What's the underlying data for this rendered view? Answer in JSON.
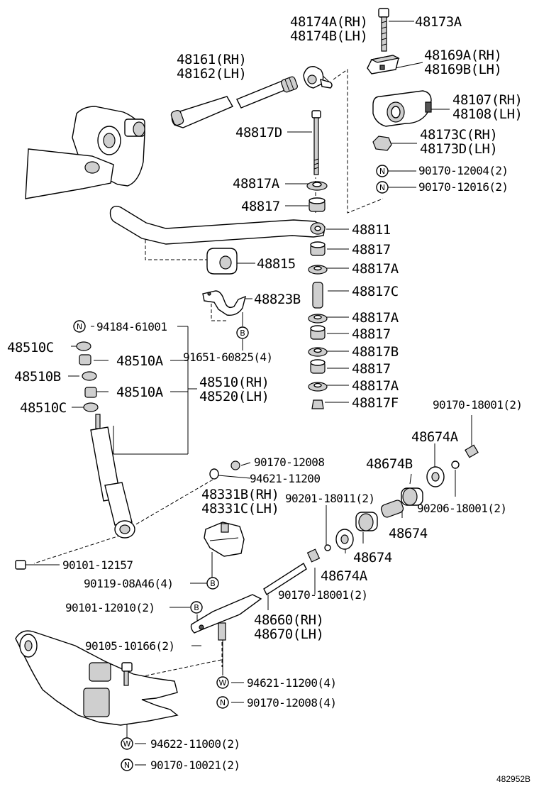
{
  "labels": {
    "p48173A": "48173A",
    "p48174A": "48174A(RH)",
    "p48174B": "48174B(LH)",
    "p48161": "48161(RH)",
    "p48162": "48162(LH)",
    "p48169A": "48169A(RH)",
    "p48169B": "48169B(LH)",
    "p48107": "48107(RH)",
    "p48108": "48108(LH)",
    "p48817D": "48817D",
    "p48173C": "48173C(RH)",
    "p48173D": "48173D(LH)",
    "p90170_12004": "90170-12004(2)",
    "p90170_12016": "90170-12016(2)",
    "p48817A_1": "48817A",
    "p48817_1": "48817",
    "p48811": "48811",
    "p48817_2": "48817",
    "p48815": "48815",
    "p48817A_2": "48817A",
    "p48823B": "48823B",
    "p48817C": "48817C",
    "p94184": "94184-61001",
    "p48817A_3": "48817A",
    "p48510C_1": "48510C",
    "p48817_3": "48817",
    "p48510A_1": "48510A",
    "p91651": "91651-60825(4)",
    "p48817B": "48817B",
    "p48510B": "48510B",
    "p48817_4": "48817",
    "p48510": "48510(RH)",
    "p48520": "48520(LH)",
    "p48510A_2": "48510A",
    "p48817A_4": "48817A",
    "p48510C_2": "48510C",
    "p48817F": "48817F",
    "p90170_18001_a": "90170-18001(2)",
    "p48674A_1": "48674A",
    "p90170_12008_1": "90170-12008",
    "p48674B": "48674B",
    "p94621_1": "94621-11200",
    "p48331B": "48331B(RH)",
    "p48331C": "48331C(LH)",
    "p90201": "90201-18011(2)",
    "p90206": "90206-18001(2)",
    "p48674_1": "48674",
    "p48674_2": "48674",
    "p90101_12157": "90101-12157",
    "p48674A_2": "48674A",
    "p90119": "90119-08A46(4)",
    "p90170_18001_b": "90170-18001(2)",
    "p90101_12010": "90101-12010(2)",
    "p48660": "48660(RH)",
    "p48670": "48670(LH)",
    "p90105": "90105-10166(2)",
    "p94621_2": "94621-11200(4)",
    "p90170_12008_2": "90170-12008(4)",
    "p94622": "94622-11000(2)",
    "p90170_10021": "90170-10021(2)"
  },
  "markers": {
    "n": "N",
    "b": "B",
    "w": "W"
  },
  "diagram_code": "482952B"
}
